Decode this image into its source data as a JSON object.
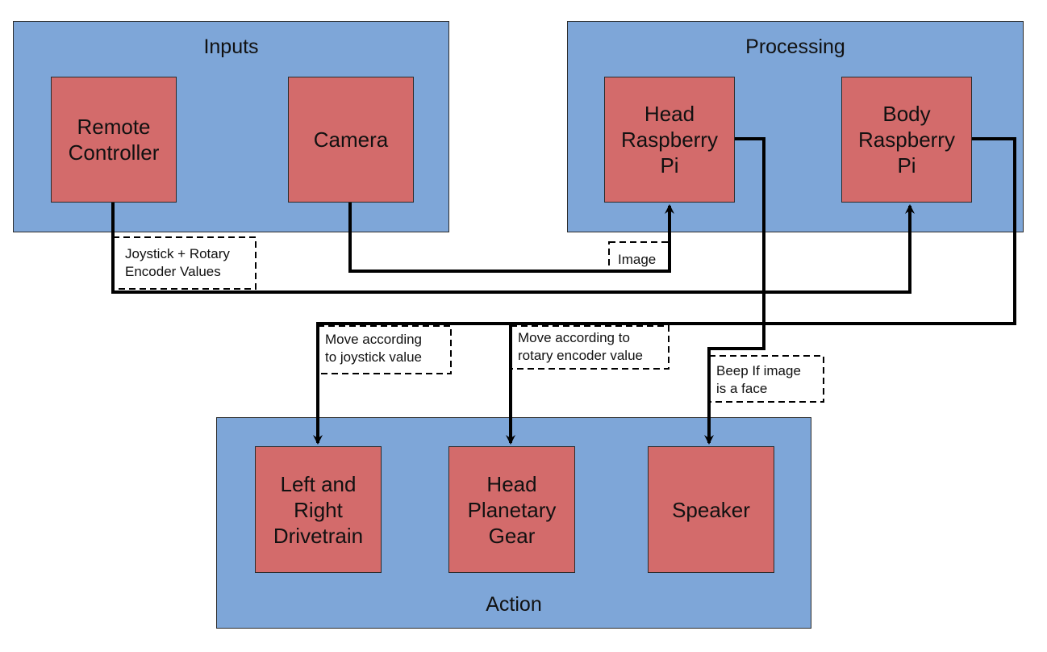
{
  "groups": {
    "inputs": "Inputs",
    "processing": "Processing",
    "action": "Action"
  },
  "nodes": {
    "remote_controller": "Remote\nController",
    "camera": "Camera",
    "head_pi": "Head\nRaspberry\nPi",
    "body_pi": "Body\nRaspberry\nPi",
    "drivetrain": "Left and\nRight\nDrivetrain",
    "planetary_gear": "Head\nPlanetary\nGear",
    "speaker": "Speaker"
  },
  "edge_labels": {
    "joystick_rotary": "Joystick + Rotary\nEncoder Values",
    "image": "Image",
    "move_joystick": "Move according\nto joystick value",
    "move_rotary": "Move according to\nrotary encoder value",
    "beep": "Beep If image\nis a face"
  },
  "colors": {
    "group_fill": "#7ea6d8",
    "node_fill": "#d36b6b",
    "line": "#000000"
  }
}
